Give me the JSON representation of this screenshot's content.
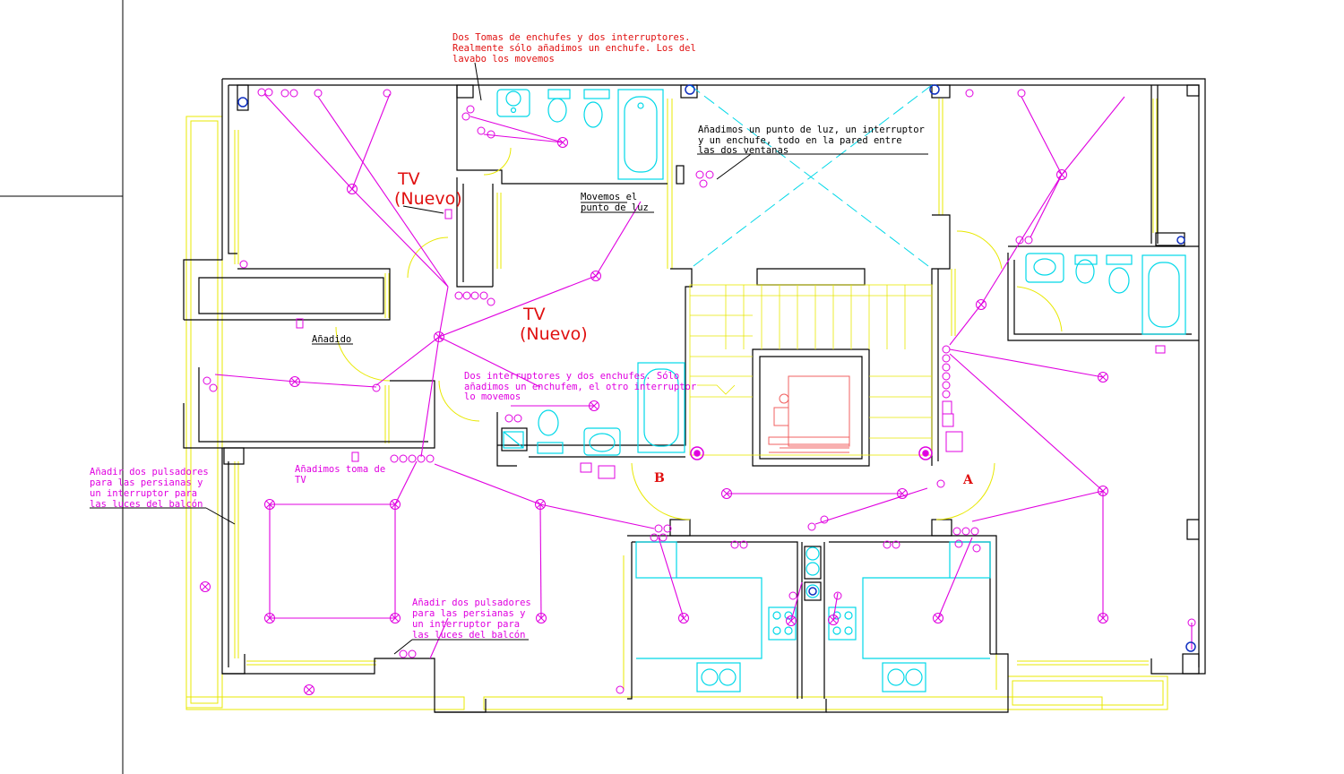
{
  "colors": {
    "walls": "#000000",
    "windows": "#e8e800",
    "fixtures": "#00d8e8",
    "electrical": "#e000e0",
    "notes_red": "#e01010",
    "elevator": "#f06060"
  },
  "annotations": {
    "top_note": [
      "Dos Tomas de enchufes y dos interruptores.",
      "Realmente sólo añadimos un enchufe. Los del",
      "lavabo los movemos"
    ],
    "right_note": [
      "Añadimos un punto de luz, un interruptor",
      "y un enchufe, todo en la pared entre",
      "las dos ventanas"
    ],
    "movemos_note": [
      "Movemos el",
      "punto de luz"
    ],
    "tv1": [
      "TV",
      "(Nuevo)"
    ],
    "tv2": [
      "TV",
      "(Nuevo)"
    ],
    "anadido": "Añadido",
    "center_note": [
      "Dos interruptores y dos enchufes. Sólo",
      "añadimos un enchufem, el otro interruptor",
      "lo movemos"
    ],
    "toma_tv_note": [
      "Añadimos toma de",
      "TV"
    ],
    "left_note": [
      "Añadir dos pulsadores",
      "para las persianas y",
      "un interruptor para",
      "las luces del balcón"
    ],
    "bottom_note": [
      "Añadir dos pulsadores",
      "para las persianas y",
      "un interruptor para",
      "las luces del balcón"
    ],
    "label_a": "A",
    "label_b": "B"
  }
}
